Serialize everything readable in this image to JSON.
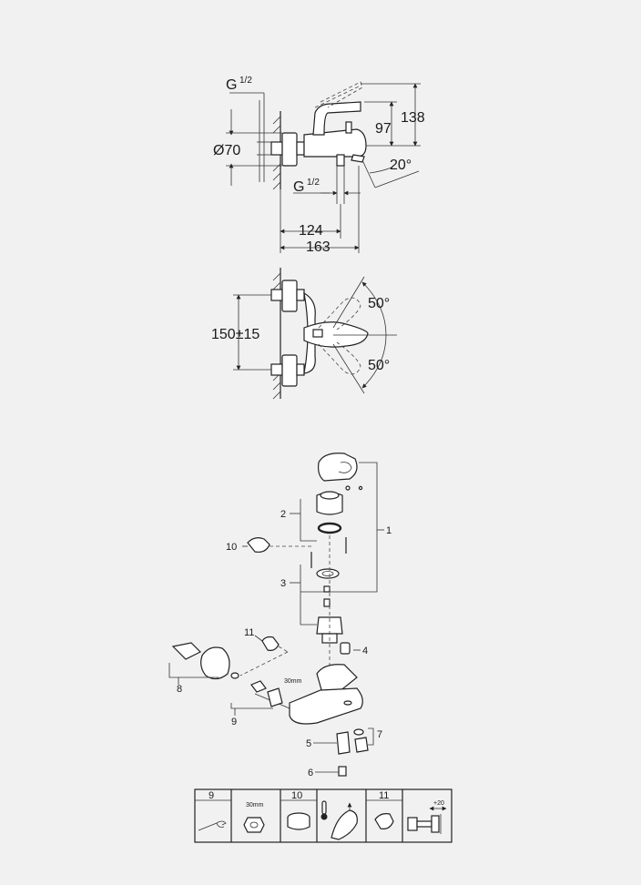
{
  "dimensions": {
    "thread_top": "G",
    "thread_top_fraction": "1/2",
    "diameter": "Ø70",
    "height_97": "97",
    "height_138": "138",
    "angle_spout": "20°",
    "thread_bottom": "G",
    "thread_bottom_fraction": "1/2",
    "depth_124": "124",
    "depth_163": "163",
    "centers": "150±15",
    "angle_up": "50°",
    "angle_down": "50°"
  },
  "exploded_view": {
    "callouts": [
      "1",
      "2",
      "3",
      "4",
      "5",
      "6",
      "7",
      "8",
      "9",
      "10",
      "11"
    ],
    "label_30mm": "30mm"
  },
  "legend_table": {
    "col_9": "9",
    "col_10": "10",
    "col_11": "11",
    "nut_label": "30mm",
    "extension": "+20"
  }
}
